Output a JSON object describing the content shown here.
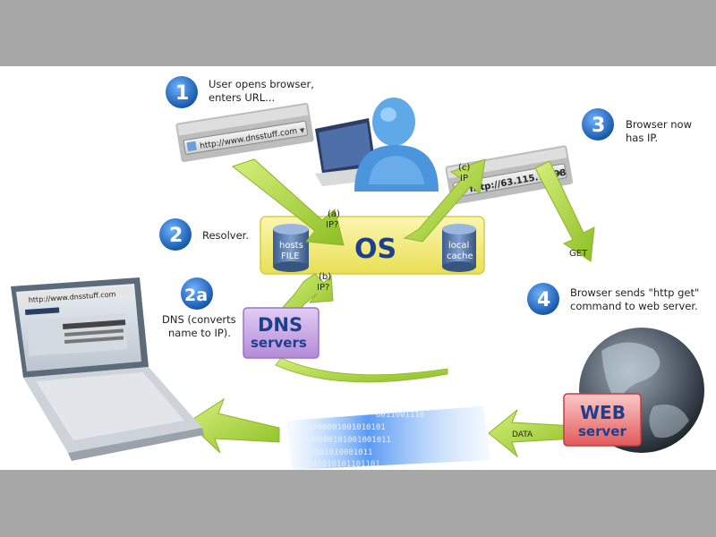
{
  "steps": {
    "s1": {
      "number": "1",
      "line1": "User opens browser,",
      "line2": "enters URL..."
    },
    "s2": {
      "number": "2",
      "text": "Resolver."
    },
    "s2a": {
      "number": "2a",
      "line1": "DNS (converts",
      "line2": "name to IP)."
    },
    "s3": {
      "number": "3",
      "line1": "Browser now",
      "line2": "has IP."
    },
    "s4": {
      "number": "4",
      "line1": "Browser sends \"http get\"",
      "line2": "command to web server."
    }
  },
  "browser_bars": {
    "left_url": "http://www.dnsstuff.com",
    "right_url": "http://63.115.78.98",
    "laptop_url": "http://www.dnsstuff.com"
  },
  "os_box": {
    "label": "OS",
    "hosts_line1": "hosts",
    "hosts_line2": "FILE",
    "cache_line1": "local",
    "cache_line2": "cache"
  },
  "arrows": {
    "a_line1": "(a)",
    "a_line2": "IP?",
    "b_line1": "(b)",
    "b_line2": "IP?",
    "c_line1": "(c)",
    "c_line2": "IP",
    "get": "GET",
    "data": "DATA"
  },
  "dns_box": {
    "line1": "DNS",
    "line2": "servers"
  },
  "web_box": {
    "line1": "WEB",
    "line2": "server"
  },
  "binary": {
    "row1": "0011001110",
    "row2": "1000001001010101",
    "row3": "1000000101001001011",
    "row4": "0101010001011",
    "row5": "0101010101101101"
  },
  "colors": {
    "badge_blue": "#1f6fc4",
    "arrow_green": "#a6d13a",
    "os_yellow": "#f3ec7a",
    "dns_purple": "#c9a5e6",
    "web_red": "#e04a4a"
  }
}
